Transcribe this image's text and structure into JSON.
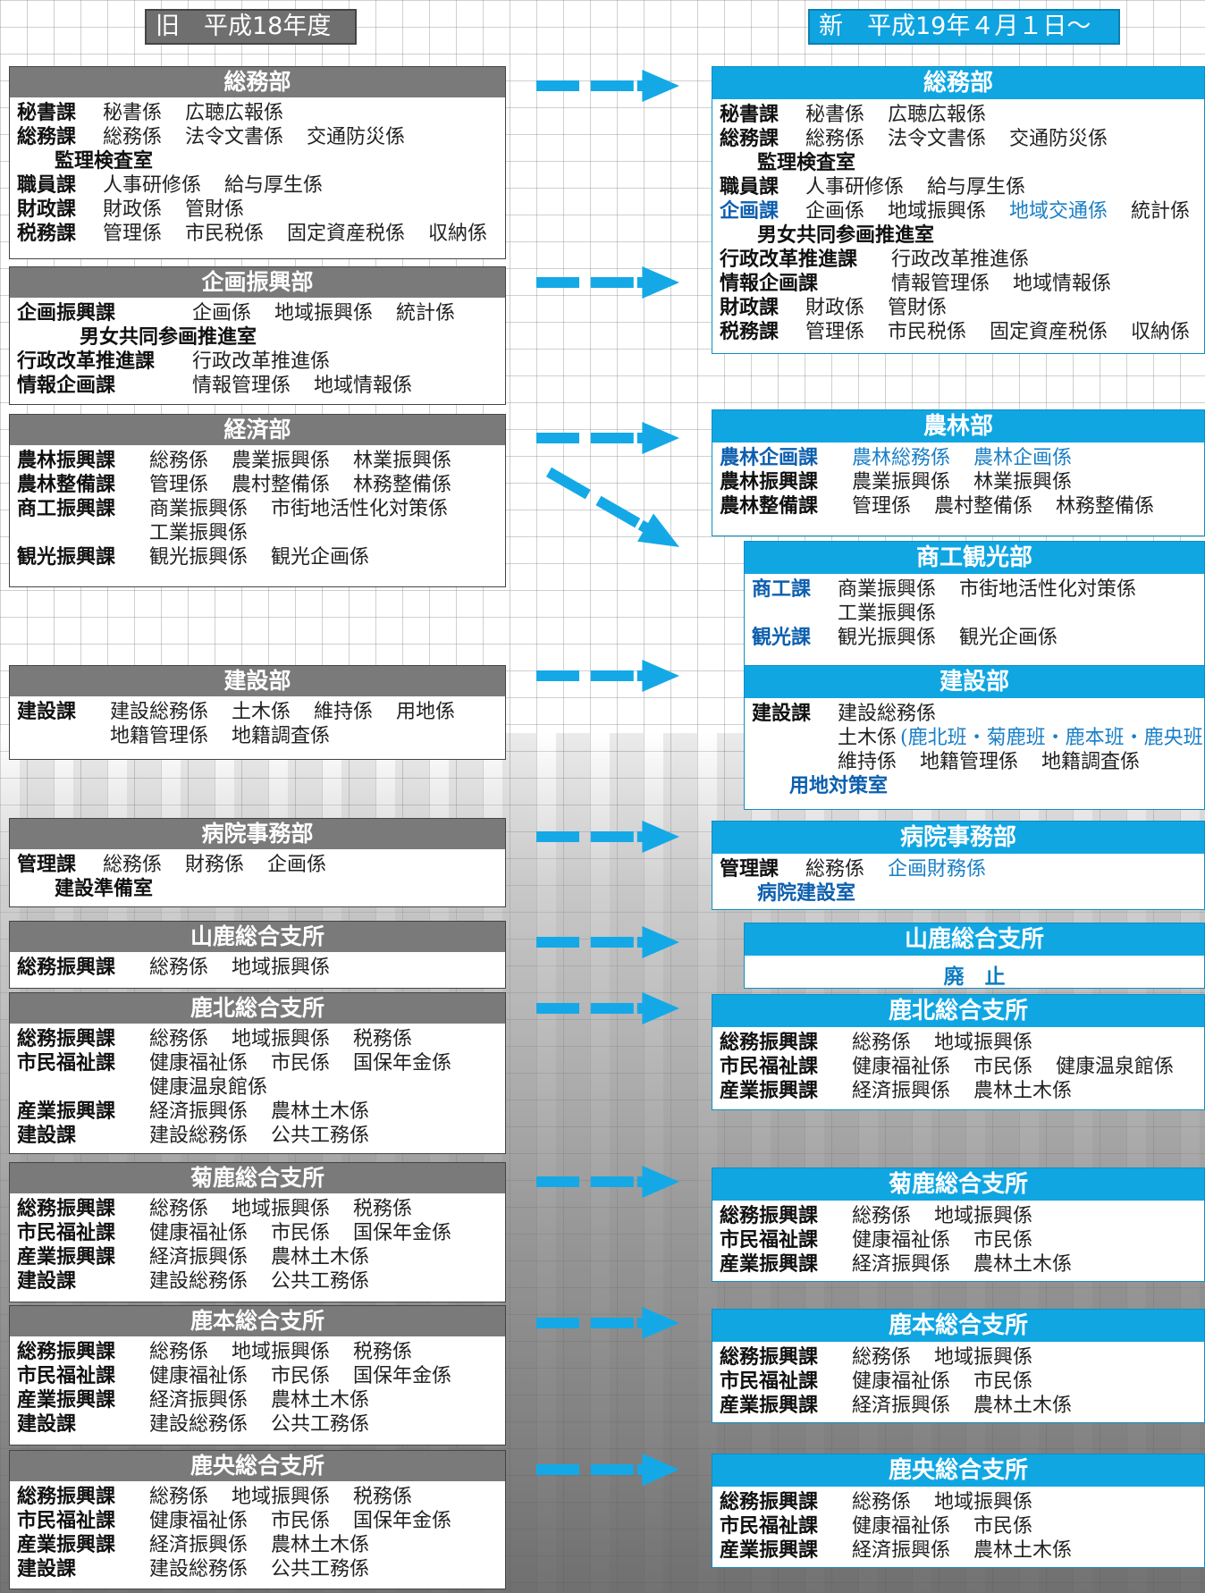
{
  "header": {
    "old": "旧　平成18年度",
    "new": "新　平成19年４月１日～"
  },
  "old_boxes": [
    {
      "title": "総務部",
      "lines": [
        {
          "unit": "秘書課",
          "sections": [
            "秘書係",
            "広聴広報係"
          ]
        },
        {
          "unit": "総務課",
          "sections": [
            "総務係",
            "法令文書係",
            "交通防災係"
          ]
        },
        {
          "sub": "監理検査室"
        },
        {
          "unit": "職員課",
          "sections": [
            "人事研修係",
            "給与厚生係"
          ]
        },
        {
          "unit": "財政課",
          "sections": [
            "財政係",
            "管財係"
          ]
        },
        {
          "unit": "税務課",
          "sections": [
            "管理係",
            "市民税係",
            "固定資産税係",
            "収納係"
          ]
        }
      ]
    },
    {
      "title": "企画振興部",
      "lines": [
        {
          "unit": "企画振興課",
          "sections": [
            "企画係",
            "地域振興係",
            "統計係"
          ]
        },
        {
          "sub": "男女共同参画推進室"
        },
        {
          "unit": "行政改革推進課",
          "sections": [
            "行政改革推進係"
          ]
        },
        {
          "unit": "情報企画課",
          "sections": [
            "情報管理係",
            "地域情報係"
          ]
        }
      ]
    },
    {
      "title": "経済部",
      "lines": [
        {
          "unit": "農林振興課",
          "sections": [
            "総務係",
            "農業振興係",
            "林業振興係"
          ]
        },
        {
          "unit": "農林整備課",
          "sections": [
            "管理係",
            "農村整備係",
            "林務整備係"
          ]
        },
        {
          "unit": "商工振興課",
          "sections": [
            "商業振興係",
            "市街地活性化対策係"
          ]
        },
        {
          "unit": "",
          "sections": [
            "工業振興係"
          ]
        },
        {
          "unit": "観光振興課",
          "sections": [
            "観光振興係",
            "観光企画係"
          ]
        }
      ]
    },
    {
      "title": "建設部",
      "lines": [
        {
          "unit": "建設課",
          "sections": [
            "建設総務係",
            "土木係",
            "維持係",
            "用地係"
          ]
        },
        {
          "unit": "",
          "sections": [
            "地籍管理係",
            "地籍調査係"
          ]
        }
      ]
    },
    {
      "title": "病院事務部",
      "lines": [
        {
          "unit": "管理課",
          "sections": [
            "総務係",
            "財務係",
            "企画係"
          ]
        },
        {
          "sub": "建設準備室"
        }
      ]
    },
    {
      "title": "山鹿総合支所",
      "lines": [
        {
          "unit": "総務振興課",
          "sections": [
            "総務係",
            "地域振興係"
          ]
        }
      ]
    },
    {
      "title": "鹿北総合支所",
      "lines": [
        {
          "unit": "総務振興課",
          "sections": [
            "総務係",
            "地域振興係",
            "税務係"
          ]
        },
        {
          "unit": "市民福祉課",
          "sections": [
            "健康福祉係",
            "市民係",
            "国保年金係"
          ]
        },
        {
          "unit": "",
          "sections": [
            "健康温泉館係"
          ]
        },
        {
          "unit": "産業振興課",
          "sections": [
            "経済振興係",
            "農林土木係"
          ]
        },
        {
          "unit": "建設課",
          "sections": [
            "建設総務係",
            "公共工務係"
          ]
        }
      ]
    },
    {
      "title": "菊鹿総合支所",
      "lines": [
        {
          "unit": "総務振興課",
          "sections": [
            "総務係",
            "地域振興係",
            "税務係"
          ]
        },
        {
          "unit": "市民福祉課",
          "sections": [
            "健康福祉係",
            "市民係",
            "国保年金係"
          ]
        },
        {
          "unit": "産業振興課",
          "sections": [
            "経済振興係",
            "農林土木係"
          ]
        },
        {
          "unit": "建設課",
          "sections": [
            "建設総務係",
            "公共工務係"
          ]
        }
      ]
    },
    {
      "title": "鹿本総合支所",
      "lines": [
        {
          "unit": "総務振興課",
          "sections": [
            "総務係",
            "地域振興係",
            "税務係"
          ]
        },
        {
          "unit": "市民福祉課",
          "sections": [
            "健康福祉係",
            "市民係",
            "国保年金係"
          ]
        },
        {
          "unit": "産業振興課",
          "sections": [
            "経済振興係",
            "農林土木係"
          ]
        },
        {
          "unit": "建設課",
          "sections": [
            "建設総務係",
            "公共工務係"
          ]
        }
      ]
    },
    {
      "title": "鹿央総合支所",
      "lines": [
        {
          "unit": "総務振興課",
          "sections": [
            "総務係",
            "地域振興係",
            "税務係"
          ]
        },
        {
          "unit": "市民福祉課",
          "sections": [
            "健康福祉係",
            "市民係",
            "国保年金係"
          ]
        },
        {
          "unit": "産業振興課",
          "sections": [
            "経済振興係",
            "農林土木係"
          ]
        },
        {
          "unit": "建設課",
          "sections": [
            "建設総務係",
            "公共工務係"
          ]
        }
      ]
    }
  ],
  "new_boxes": [
    {
      "title": "総務部",
      "lines": [
        {
          "unit": "秘書課",
          "sections": [
            "秘書係",
            "広聴広報係"
          ]
        },
        {
          "unit": "総務課",
          "sections": [
            "総務係",
            "法令文書係",
            "交通防災係"
          ]
        },
        {
          "sub": "監理検査室"
        },
        {
          "unit": "職員課",
          "sections": [
            "人事研修係",
            "給与厚生係"
          ]
        },
        {
          "unit": "企画課",
          "unit_blue": true,
          "sections": [
            "企画係",
            "地域振興係",
            "地域交通係",
            "統計係"
          ],
          "blue_sections": [
            2
          ]
        },
        {
          "sub": "男女共同参画推進室"
        },
        {
          "unit": "行政改革推進課",
          "sections": [
            "行政改革推進係"
          ]
        },
        {
          "unit": "情報企画課",
          "sections": [
            "情報管理係",
            "地域情報係"
          ]
        },
        {
          "unit": "財政課",
          "sections": [
            "財政係",
            "管財係"
          ]
        },
        {
          "unit": "税務課",
          "sections": [
            "管理係",
            "市民税係",
            "固定資産税係",
            "収納係"
          ]
        }
      ]
    },
    {
      "title": "農林部",
      "lines": [
        {
          "unit": "農林企画課",
          "unit_blue": true,
          "sections": [
            "農林総務係",
            "農林企画係"
          ],
          "blue_sections": [
            0,
            1
          ]
        },
        {
          "unit": "農林振興課",
          "sections": [
            "農業振興係",
            "林業振興係"
          ]
        },
        {
          "unit": "農林整備課",
          "sections": [
            "管理係",
            "農村整備係",
            "林務整備係"
          ]
        }
      ]
    },
    {
      "title": "商工観光部",
      "lines": [
        {
          "unit": "商工課",
          "unit_blue": true,
          "sections": [
            "商業振興係",
            "市街地活性化対策係"
          ]
        },
        {
          "unit": "",
          "sections": [
            "工業振興係"
          ]
        },
        {
          "unit": "観光課",
          "unit_blue": true,
          "sections": [
            "観光振興係",
            "観光企画係"
          ]
        }
      ]
    },
    {
      "title": "建設部",
      "lines": [
        {
          "unit": "建設課",
          "sections": [
            "建設総務係"
          ]
        },
        {
          "unit": "",
          "sections": [
            "土木係"
          ],
          "extra_blue": "(鹿北班・菊鹿班・鹿本班・鹿央班)"
        },
        {
          "unit": "",
          "sections": [
            "維持係",
            "地籍管理係",
            "地籍調査係"
          ]
        },
        {
          "sub": "用地対策室",
          "sub_blue": true
        }
      ]
    },
    {
      "title": "病院事務部",
      "lines": [
        {
          "unit": "管理課",
          "sections": [
            "総務係",
            "企画財務係"
          ],
          "blue_sections": [
            1
          ]
        },
        {
          "sub": "病院建設室",
          "sub_blue": true
        }
      ]
    },
    {
      "title": "山鹿総合支所",
      "abolished": "廃　止"
    },
    {
      "title": "鹿北総合支所",
      "lines": [
        {
          "unit": "総務振興課",
          "sections": [
            "総務係",
            "地域振興係"
          ]
        },
        {
          "unit": "市民福祉課",
          "sections": [
            "健康福祉係",
            "市民係",
            "健康温泉館係"
          ]
        },
        {
          "unit": "産業振興課",
          "sections": [
            "経済振興係",
            "農林土木係"
          ]
        }
      ]
    },
    {
      "title": "菊鹿総合支所",
      "lines": [
        {
          "unit": "総務振興課",
          "sections": [
            "総務係",
            "地域振興係"
          ]
        },
        {
          "unit": "市民福祉課",
          "sections": [
            "健康福祉係",
            "市民係"
          ]
        },
        {
          "unit": "産業振興課",
          "sections": [
            "経済振興係",
            "農林土木係"
          ]
        }
      ]
    },
    {
      "title": "鹿本総合支所",
      "lines": [
        {
          "unit": "総務振興課",
          "sections": [
            "総務係",
            "地域振興係"
          ]
        },
        {
          "unit": "市民福祉課",
          "sections": [
            "健康福祉係",
            "市民係"
          ]
        },
        {
          "unit": "産業振興課",
          "sections": [
            "経済振興係",
            "農林土木係"
          ]
        }
      ]
    },
    {
      "title": "鹿央総合支所",
      "lines": [
        {
          "unit": "総務振興課",
          "sections": [
            "総務係",
            "地域振興係"
          ]
        },
        {
          "unit": "市民福祉課",
          "sections": [
            "健康福祉係",
            "市民係"
          ]
        },
        {
          "unit": "産業振興課",
          "sections": [
            "経済振興係",
            "農林土木係"
          ]
        }
      ]
    }
  ],
  "colors": {
    "new_accent": "#10a6e2",
    "old_header": "#7a7a7a",
    "arrow": "#14a9e6",
    "changed_text": "#1a7fc6"
  }
}
